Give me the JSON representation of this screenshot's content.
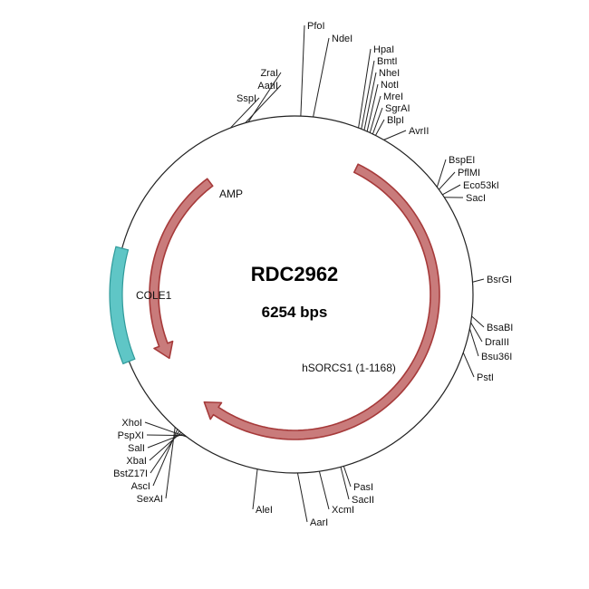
{
  "plasmid": {
    "name": "RDC2962",
    "size_label": "6254 bps",
    "total_bp": 6254
  },
  "colors": {
    "backbone": "#222222",
    "arrow_fill": "#c97b7b",
    "arrow_stroke": "#a63a3a",
    "cole1_fill": "#5fc6c6",
    "cole1_stroke": "#2f9a9a"
  },
  "features": [
    {
      "name": "AMP",
      "label": "AMP",
      "shape": "arrow",
      "direction": "ccw",
      "start_deg": -37,
      "end_deg": -117
    },
    {
      "name": "hSORCS1",
      "label": "hSORCS1 (1-1168)",
      "shape": "arrow",
      "direction": "cw",
      "start_deg": 26,
      "end_deg": 220
    },
    {
      "name": "COLE1",
      "label": "COLE1",
      "shape": "box",
      "start_deg": -112,
      "end_deg": -75
    }
  ],
  "sites": [
    {
      "label": "PfoI",
      "angle": 2
    },
    {
      "label": "NdeI",
      "angle": 6
    },
    {
      "label": "HpaI",
      "angle": 21
    },
    {
      "label": "BmtI",
      "angle": 22
    },
    {
      "label": "NheI",
      "angle": 23
    },
    {
      "label": "NotI",
      "angle": 24
    },
    {
      "label": "MreI",
      "angle": 25
    },
    {
      "label": "SgrAI",
      "angle": 26
    },
    {
      "label": "BlpI",
      "angle": 27
    },
    {
      "label": "AvrII",
      "angle": 30
    },
    {
      "label": "BspEI",
      "angle": 53
    },
    {
      "label": "PflMI",
      "angle": 54
    },
    {
      "label": "Eco53kI",
      "angle": 56
    },
    {
      "label": "SacI",
      "angle": 57
    },
    {
      "label": "BsrGI",
      "angle": 86
    },
    {
      "label": "BsaBI",
      "angle": 97
    },
    {
      "label": "DraIII",
      "angle": 99
    },
    {
      "label": "Bsu36I",
      "angle": 101
    },
    {
      "label": "PstI",
      "angle": 109
    },
    {
      "label": "PasI",
      "angle": 164
    },
    {
      "label": "SacII",
      "angle": 165
    },
    {
      "label": "XcmI",
      "angle": 172
    },
    {
      "label": "AarI",
      "angle": 179
    },
    {
      "label": "AleI",
      "angle": 192
    },
    {
      "label": "XhoI",
      "angle": 217
    },
    {
      "label": "PspXI",
      "angle": 217.8
    },
    {
      "label": "SalI",
      "angle": 218.6
    },
    {
      "label": "XbaI",
      "angle": 219.4
    },
    {
      "label": "BstZ17I",
      "angle": 220.2
    },
    {
      "label": "AscI",
      "angle": 221
    },
    {
      "label": "SexAI",
      "angle": 222
    },
    {
      "label": "SspI",
      "angle": 339
    },
    {
      "label": "AatII",
      "angle": 344
    },
    {
      "label": "ZraI",
      "angle": 345
    }
  ]
}
